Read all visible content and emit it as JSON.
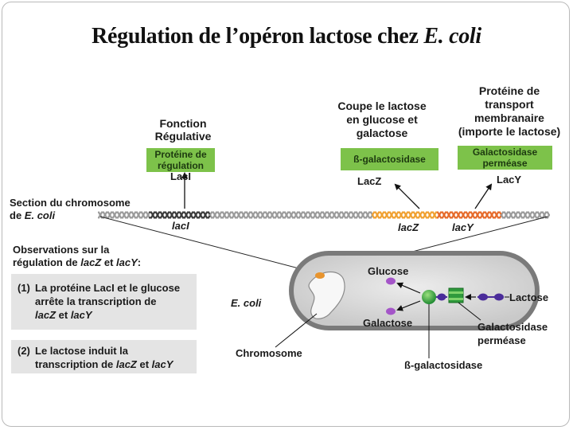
{
  "title": {
    "main": "Régulation de l’opéron lactose chez ",
    "organism": "E. coli"
  },
  "labels": {
    "fonction_regulative": [
      "Fonction",
      "Régulative"
    ],
    "coupe_lactose": [
      "Coupe le lactose",
      "en glucose et",
      "galactose"
    ],
    "proteine_transport": [
      "Protéine de",
      "transport",
      "membranaire",
      "(importe le lactose)"
    ],
    "chromosome_section": [
      "Section du chromosome",
      "de "
    ],
    "chromosome_section_organism": "E. coli",
    "observations_title": [
      "Observations sur la",
      "régulation de ",
      " et ",
      ":"
    ],
    "genes": {
      "lacI_text": "lacI",
      "lacZ_text": "lacZ",
      "lacY_text": "lacY"
    },
    "proteins": {
      "lacI": "LacI",
      "lacZ": "LacZ",
      "lacY": "LacY"
    },
    "green_boxes": {
      "regulation": [
        "Protéine de",
        "régulation"
      ],
      "galactosidase": "ß-galactosidase",
      "permease": [
        "Galactosidase",
        "perméase"
      ]
    },
    "cell": {
      "organism": "E. coli",
      "glucose": "Glucose",
      "galactose": "Galactose",
      "lactose": "Lactose",
      "permease": [
        "Galactosidase",
        "perméase"
      ],
      "chromosome": "Chromosome",
      "galactosidase": "ß-galactosidase"
    }
  },
  "observations": [
    {
      "num": "(1)",
      "line1": "La protéine LacI et le glucose",
      "line2": "arrête la transcription de",
      "gene1": "lacZ",
      "mid": " et ",
      "gene2": "lacY"
    },
    {
      "num": "(2)",
      "line1": "Le lactose induit la",
      "line2_pre": "transcription de ",
      "gene1": "lacZ",
      "mid": " et ",
      "gene2": "lacY"
    }
  ],
  "colors": {
    "green": "#7dc24a",
    "lacI_gene": "#3a3a3a",
    "lacZ_gene": "#f0a030",
    "lacY_gene": "#e66a2a",
    "cell_membrane": "#6e6e6e",
    "cell_inside": "#d9d9d9",
    "glucose": "#a455c8",
    "lactose": "#4a2c9a",
    "enzyme": "#3aa046",
    "box_gray": "#e4e4e4"
  }
}
